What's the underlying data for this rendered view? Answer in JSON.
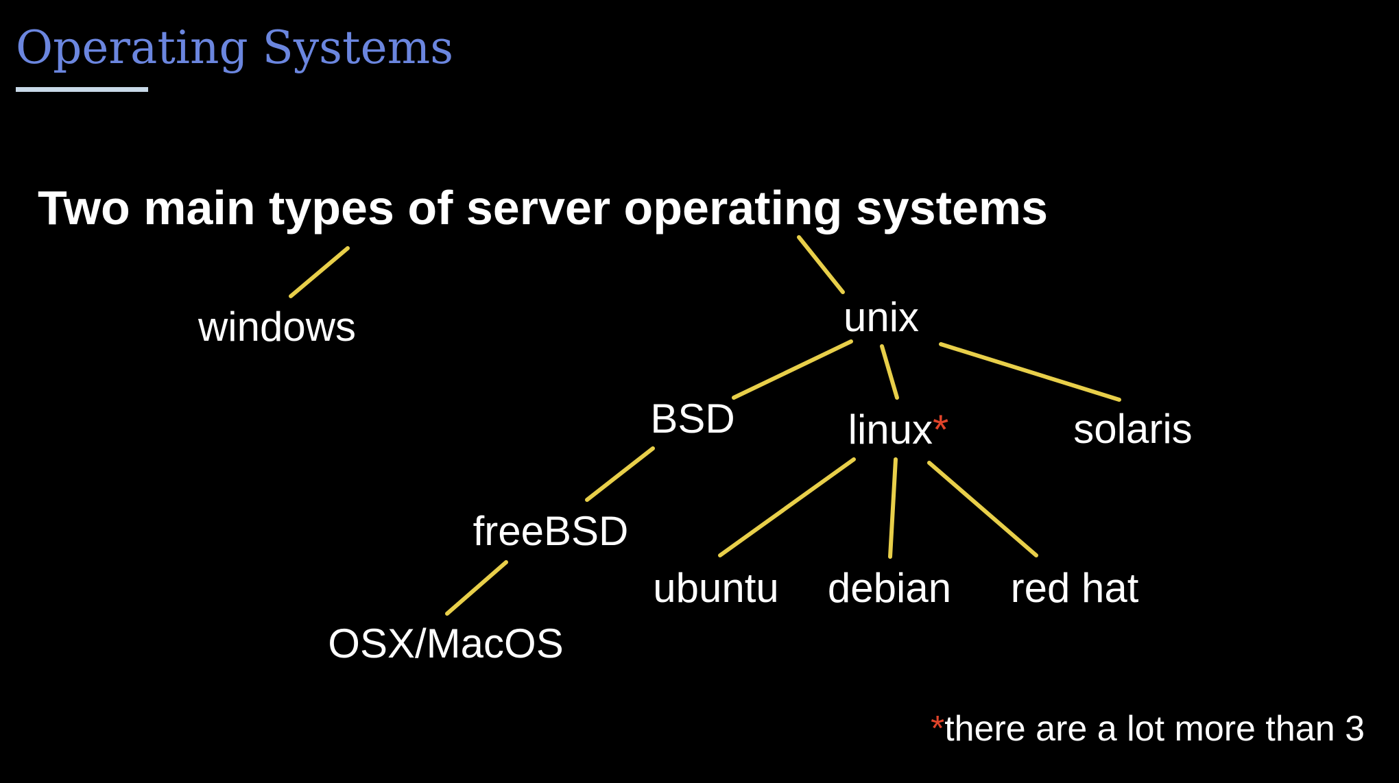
{
  "slide": {
    "title": "Operating Systems",
    "subtitle": "Two main types of server operating systems"
  },
  "colors": {
    "background": "#000000",
    "title": "#6b86df",
    "underline": "#c8d9e8",
    "text": "#ffffff",
    "connector": "#e8cf4a",
    "asterisk": "#e0442a"
  },
  "tree": {
    "windows": "windows",
    "unix": "unix",
    "bsd": "BSD",
    "linux": "linux",
    "linux_mark": "*",
    "solaris": "solaris",
    "freebsd": "freeBSD",
    "osx": "OSX/MacOS",
    "ubuntu": "ubuntu",
    "debian": "debian",
    "redhat": "red hat"
  },
  "footnote": {
    "mark": "*",
    "text": "there are a lot more than 3"
  }
}
